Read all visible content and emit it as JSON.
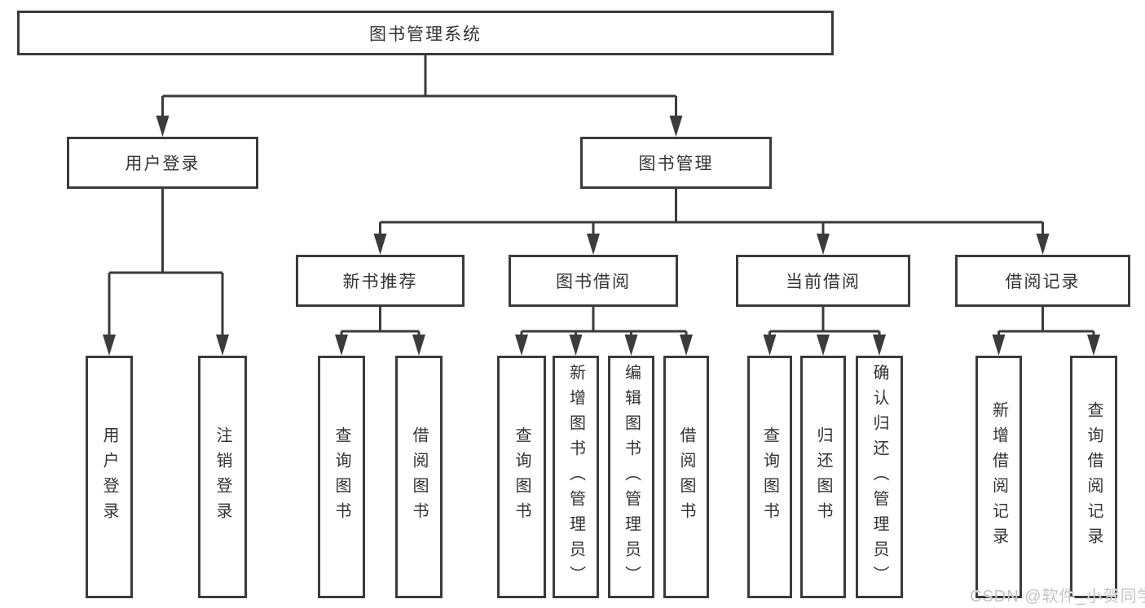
{
  "diagram": {
    "title": "图书管理系统",
    "branches": [
      {
        "label": "用户登录",
        "children": [
          {
            "label": "用户登录"
          },
          {
            "label": "注销登录"
          }
        ]
      },
      {
        "label": "图书管理",
        "groups": [
          {
            "label": "新书推荐",
            "children": [
              {
                "label": "查询图书"
              },
              {
                "label": "借阅图书"
              }
            ]
          },
          {
            "label": "图书借阅",
            "children": [
              {
                "label": "查询图书"
              },
              {
                "label": "新增图书（管理员）"
              },
              {
                "label": "编辑图书（管理员）"
              },
              {
                "label": "借阅图书"
              }
            ]
          },
          {
            "label": "当前借阅",
            "children": [
              {
                "label": "查询图书"
              },
              {
                "label": "归还图书"
              },
              {
                "label": "确认归还（管理员）"
              }
            ]
          },
          {
            "label": "借阅记录",
            "children": [
              {
                "label": "新增借阅记录"
              },
              {
                "label": "查询借阅记录"
              }
            ]
          }
        ]
      }
    ]
  },
  "watermark": "CSDN @软件_小贺同学",
  "colors": {
    "line": "#3b3b3b",
    "text": "#333333",
    "watermark": "#c4c4c4",
    "background": "#ffffff"
  }
}
